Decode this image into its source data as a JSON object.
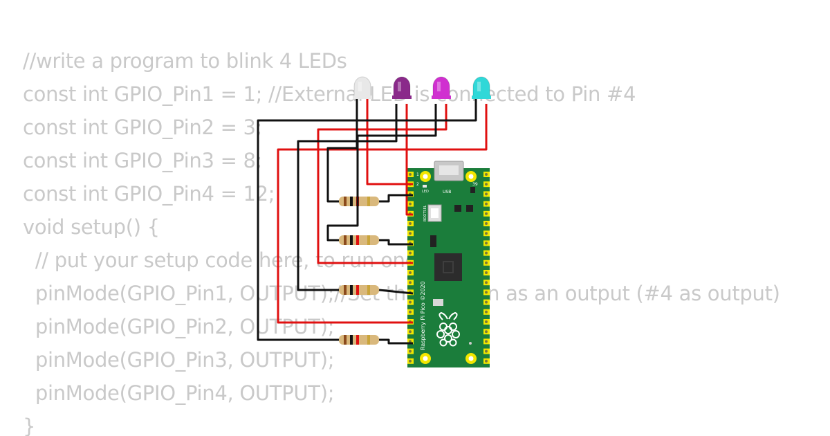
{
  "code": {
    "lines": [
      "//write a program to blink 4 LEDs",
      "const int GPIO_Pin1 = 1; //External LED is connected to Pin #4",
      "const int GPIO_Pin2 = 3;",
      "const int GPIO_Pin3 = 8;",
      "const int GPIO_Pin4 = 12;",
      "void setup() {",
      "  // put your setup code here, to run once:",
      "  pinMode(GPIO_Pin1, OUTPUT);//Set the LED pin as an output (#4 as output)",
      "  pinMode(GPIO_Pin2, OUTPUT);",
      "  pinMode(GPIO_Pin3, OUTPUT);",
      "  pinMode(GPIO_Pin4, OUTPUT);",
      "}"
    ]
  },
  "board": {
    "name_label": "Raspberry Pi Pico ©2020",
    "usb_label": "USB",
    "led_label": "LED",
    "bootsel_label": "BOOTSEL",
    "pin1_label": "1",
    "pin2_label": "2",
    "pin39_label": "39",
    "body_color": "#1a7a3a",
    "pad_color": "#f2e600"
  },
  "leds": [
    {
      "color": "#e8e8e8",
      "name": "white"
    },
    {
      "color": "#8a2a8a",
      "name": "purple"
    },
    {
      "color": "#d030d0",
      "name": "magenta"
    },
    {
      "color": "#30d8d8",
      "name": "cyan"
    }
  ],
  "wire_colors": {
    "red": "#e01010",
    "black": "#111111"
  }
}
